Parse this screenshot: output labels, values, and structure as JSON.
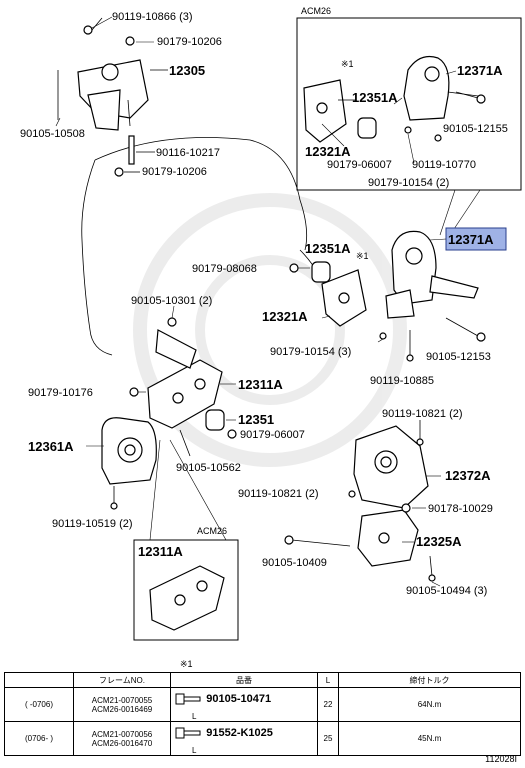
{
  "acm_box_top": {
    "title": "ACM26"
  },
  "acm_box_bottom": {
    "title": "ACM26"
  },
  "note_mark": "※1",
  "labels": {
    "p90119_10866": "90119-10866 (3)",
    "p90179_10206a": "90179-10206",
    "p12305": "12305",
    "p90105_10508": "90105-10508",
    "p90116_10217": "90116-10217",
    "p90179_10206b": "90179-10206",
    "p12371A_top": "12371A",
    "p12351A_top": "12351A",
    "p90105_12155": "90105-12155",
    "p12321A_top": "12321A",
    "p90179_06007_top": "90179-06007",
    "p90119_10770": "90119-10770",
    "p90179_10154_top": "90179-10154 (2)",
    "p12371A_main": "12371A",
    "p12351A_main": "12351A",
    "p90179_08068": "90179-08068",
    "p90105_10301": "90105-10301 (2)",
    "p12321A_main": "12321A",
    "p90179_10154_main": "90179-10154 (3)",
    "p90105_12153": "90105-12153",
    "p90119_10885": "90119-10885",
    "p90179_10176": "90179-10176",
    "p12311A_main": "12311A",
    "p12351": "12351",
    "p90179_06007": "90179-06007",
    "p12361A": "12361A",
    "p90105_10562": "90105-10562",
    "p90119_10821a": "90119-10821 (2)",
    "p12372A": "12372A",
    "p90119_10821b": "90119-10821 (2)",
    "p90178_10029": "90178-10029",
    "p90119_10519": "90119-10519 (2)",
    "p12311A_box": "12311A",
    "p12325A": "12325A",
    "p90105_10409": "90105-10409",
    "p90105_10494": "90105-10494 (3)"
  },
  "table": {
    "headers": [
      "",
      "フレームNO.",
      "品番",
      "L",
      "締付トルク"
    ],
    "rows": [
      {
        "period": "(      -0706)",
        "frames": [
          "ACM21-0070055",
          "ACM26-0016469"
        ],
        "part_no": "90105-10471",
        "l_mark": "L",
        "length": "22",
        "torque": "64N.m"
      },
      {
        "period": "(0706-      )",
        "frames": [
          "ACM21-0070056",
          "ACM26-0016470"
        ],
        "part_no": "91552-K1025",
        "l_mark": "L",
        "length": "25",
        "torque": "45N.m"
      }
    ]
  },
  "footer_code": "112028I",
  "colors": {
    "highlight_fill": "#9fb2e6",
    "highlight_stroke": "#2a3f8c"
  }
}
